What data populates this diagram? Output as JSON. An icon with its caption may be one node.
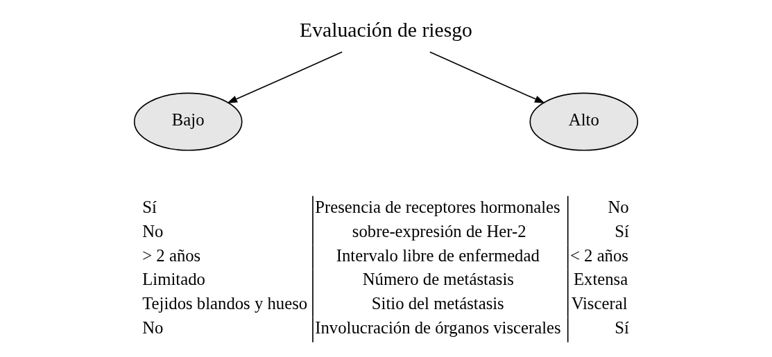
{
  "diagram": {
    "nodes": [
      {
        "text": [
          "Evaluación de riesgo"
        ]
      },
      {
        "text": [
          "Bajo"
        ]
      },
      {
        "text": [
          "Alto"
        ]
      }
    ],
    "edges": [
      {
        "from": 0,
        "to": 1,
        "arrow": "to"
      },
      {
        "from": 0,
        "to": 2,
        "arrow": "to"
      }
    ],
    "labels": [
      "Sí",
      "Presencia de receptores hormonales",
      "No",
      "No",
      "sobre-expresión de Her-2",
      "Sí",
      "> 2 años",
      "Intervalo libre de enfermedad",
      "< 2 años",
      "Limitado",
      "Número de metástasis",
      "Extensa",
      "Tejidos blandos y hueso",
      "Sitio del metástasis",
      "Visceral",
      "No",
      "Involucración de órganos viscerales",
      "Sí"
    ]
  }
}
